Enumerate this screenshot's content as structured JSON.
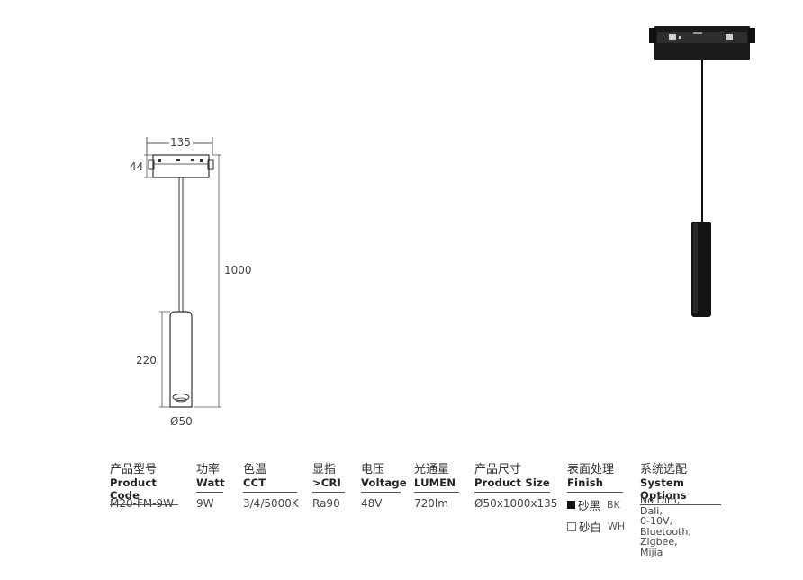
{
  "dimensions": {
    "width_label": "135",
    "height_label": "44",
    "total_label": "1000",
    "body_label": "220",
    "diameter_label": "Ø50"
  },
  "columns": [
    {
      "cn": "产品型号",
      "en": "Product Code"
    },
    {
      "cn": "功率",
      "en": "Watt"
    },
    {
      "cn": "色温",
      "en": "CCT"
    },
    {
      "cn": "显指",
      "en": ">CRI"
    },
    {
      "cn": "电压",
      "en": "Voltage"
    },
    {
      "cn": "光通量",
      "en": "LUMEN"
    },
    {
      "cn": "产品尺寸",
      "en": "Product Size"
    },
    {
      "cn": "表面处理",
      "en": "Finish"
    },
    {
      "cn": "系统选配",
      "en": "System Options"
    }
  ],
  "values": {
    "product_code": "M20-FM-9W",
    "watt": "9W",
    "cct": "3/4/5000K",
    "cri": "Ra90",
    "voltage": "48V",
    "lumen": "720lm",
    "size": "Ø50x1000x135"
  },
  "finish": [
    {
      "cn": "砂黑",
      "code": "BK",
      "color": "#111111"
    },
    {
      "cn": "砂白",
      "code": "WH",
      "color": "#ffffff"
    }
  ],
  "system_options": [
    "No Dim,",
    "Dali,",
    "0-10V,",
    "Bluetooth,",
    "Zigbee,",
    "Mijia"
  ]
}
